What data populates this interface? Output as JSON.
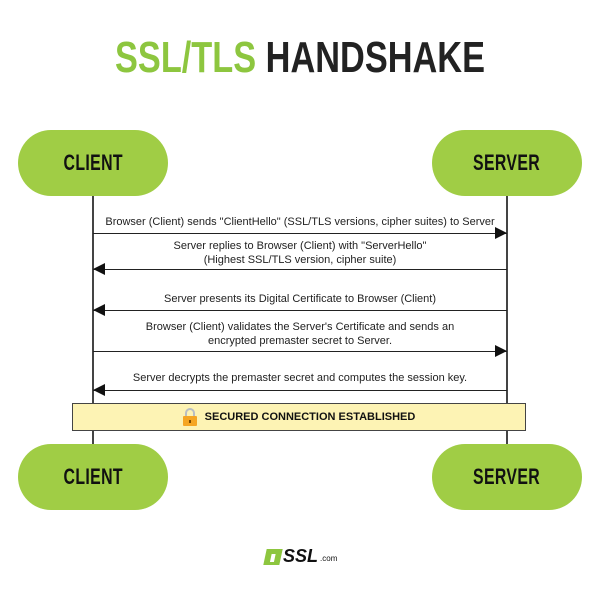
{
  "title": {
    "accent": "SSL/TLS",
    "main": "HANDSHAKE"
  },
  "participants": {
    "left": "CLIENT",
    "right": "SERVER"
  },
  "messages": [
    {
      "text": "Browser (Client) sends \"ClientHello\" (SSL/TLS versions, cipher suites) to Server",
      "direction": "right"
    },
    {
      "line1": "Server replies to Browser (Client) with \"ServerHello\"",
      "line2": "(Highest SSL/TLS version, cipher suite)",
      "direction": "left"
    },
    {
      "text": "Server presents its Digital Certificate to Browser (Client)",
      "direction": "left"
    },
    {
      "line1": "Browser (Client) validates the Server's Certificate and sends an",
      "line2": "encrypted premaster secret to Server.",
      "direction": "right"
    },
    {
      "text": "Server decrypts the premaster secret and computes the session key.",
      "direction": "left"
    }
  ],
  "banner": {
    "icon": "lock-icon",
    "label": "SECURED CONNECTION ESTABLISHED"
  },
  "logo": {
    "brand": "SSL",
    "suffix": ".com"
  },
  "colors": {
    "accent": "#8dc63f",
    "node": "#a0cd45",
    "banner": "#fdf3b4"
  }
}
